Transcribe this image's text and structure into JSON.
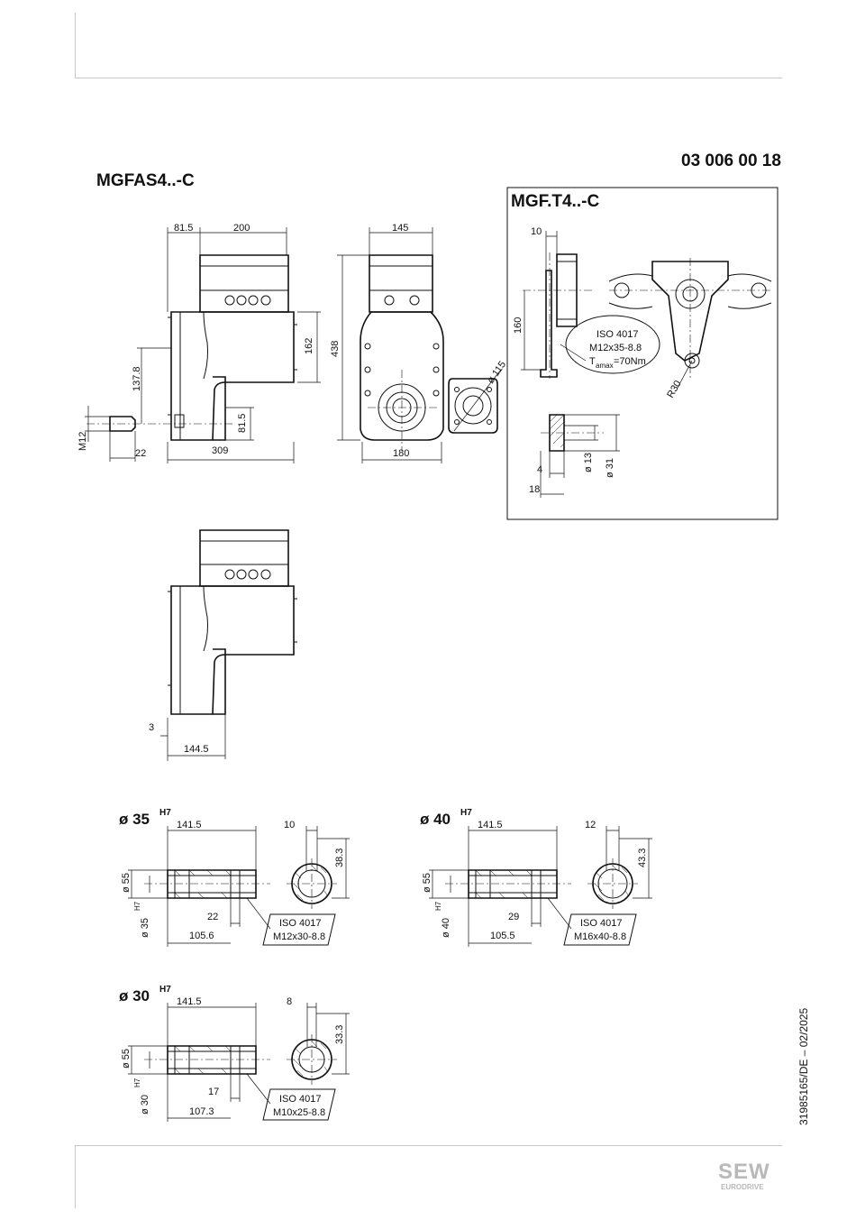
{
  "document": {
    "number": "03 006 00 18",
    "title": "MGFAS4..-C",
    "side_code": "31985165/DE – 02/2025",
    "logo_main": "SEW",
    "logo_sub": "EURODRIVE"
  },
  "views": {
    "side_view": {
      "dims": {
        "d1": "81.5",
        "d2": "200",
        "d3": "162",
        "d4": "137.8",
        "d5": "81.5",
        "d6": "309",
        "d7": "M12",
        "d8": "22"
      }
    },
    "front_view": {
      "dims": {
        "d1": "145",
        "d2": "438",
        "d3": "180"
      }
    },
    "flange_view": {
      "dims": {
        "d1": "ø 115"
      }
    },
    "lower_view": {
      "dims": {
        "d1": "3",
        "d2": "144.5"
      }
    }
  },
  "torque_arm": {
    "title": "MGF.T4..-C",
    "dims": {
      "d1": "10",
      "d2": "160",
      "d3": "R30",
      "d4": "4",
      "d5": "18",
      "d6": "ø 13",
      "d7": "ø 31"
    },
    "callout": {
      "line1": "ISO 4017",
      "line2": "M12x35-8.8",
      "t_symbol": "T",
      "t_sub": "amax",
      "t_value": "=70Nm"
    }
  },
  "shafts": [
    {
      "label": "ø 35",
      "tol": "H7",
      "len": "141.5",
      "key": "10",
      "height": "38.3",
      "d_outer": "ø 55",
      "d_bore": "ø 35",
      "bore_tol": "H7",
      "thread": "22",
      "depth": "105.6",
      "screw1": "ISO 4017",
      "screw2": "M12x30-8.8"
    },
    {
      "label": "ø 40",
      "tol": "H7",
      "len": "141.5",
      "key": "12",
      "height": "43.3",
      "d_outer": "ø 55",
      "d_bore": "ø 40",
      "bore_tol": "H7",
      "thread": "29",
      "depth": "105.5",
      "screw1": "ISO 4017",
      "screw2": "M16x40-8.8"
    },
    {
      "label": "ø 30",
      "tol": "H7",
      "len": "141.5",
      "key": "8",
      "height": "33.3",
      "d_outer": "ø 55",
      "d_bore": "ø 30",
      "bore_tol": "H7",
      "thread": "17",
      "depth": "107.3",
      "screw1": "ISO 4017",
      "screw2": "M10x25-8.8"
    }
  ]
}
